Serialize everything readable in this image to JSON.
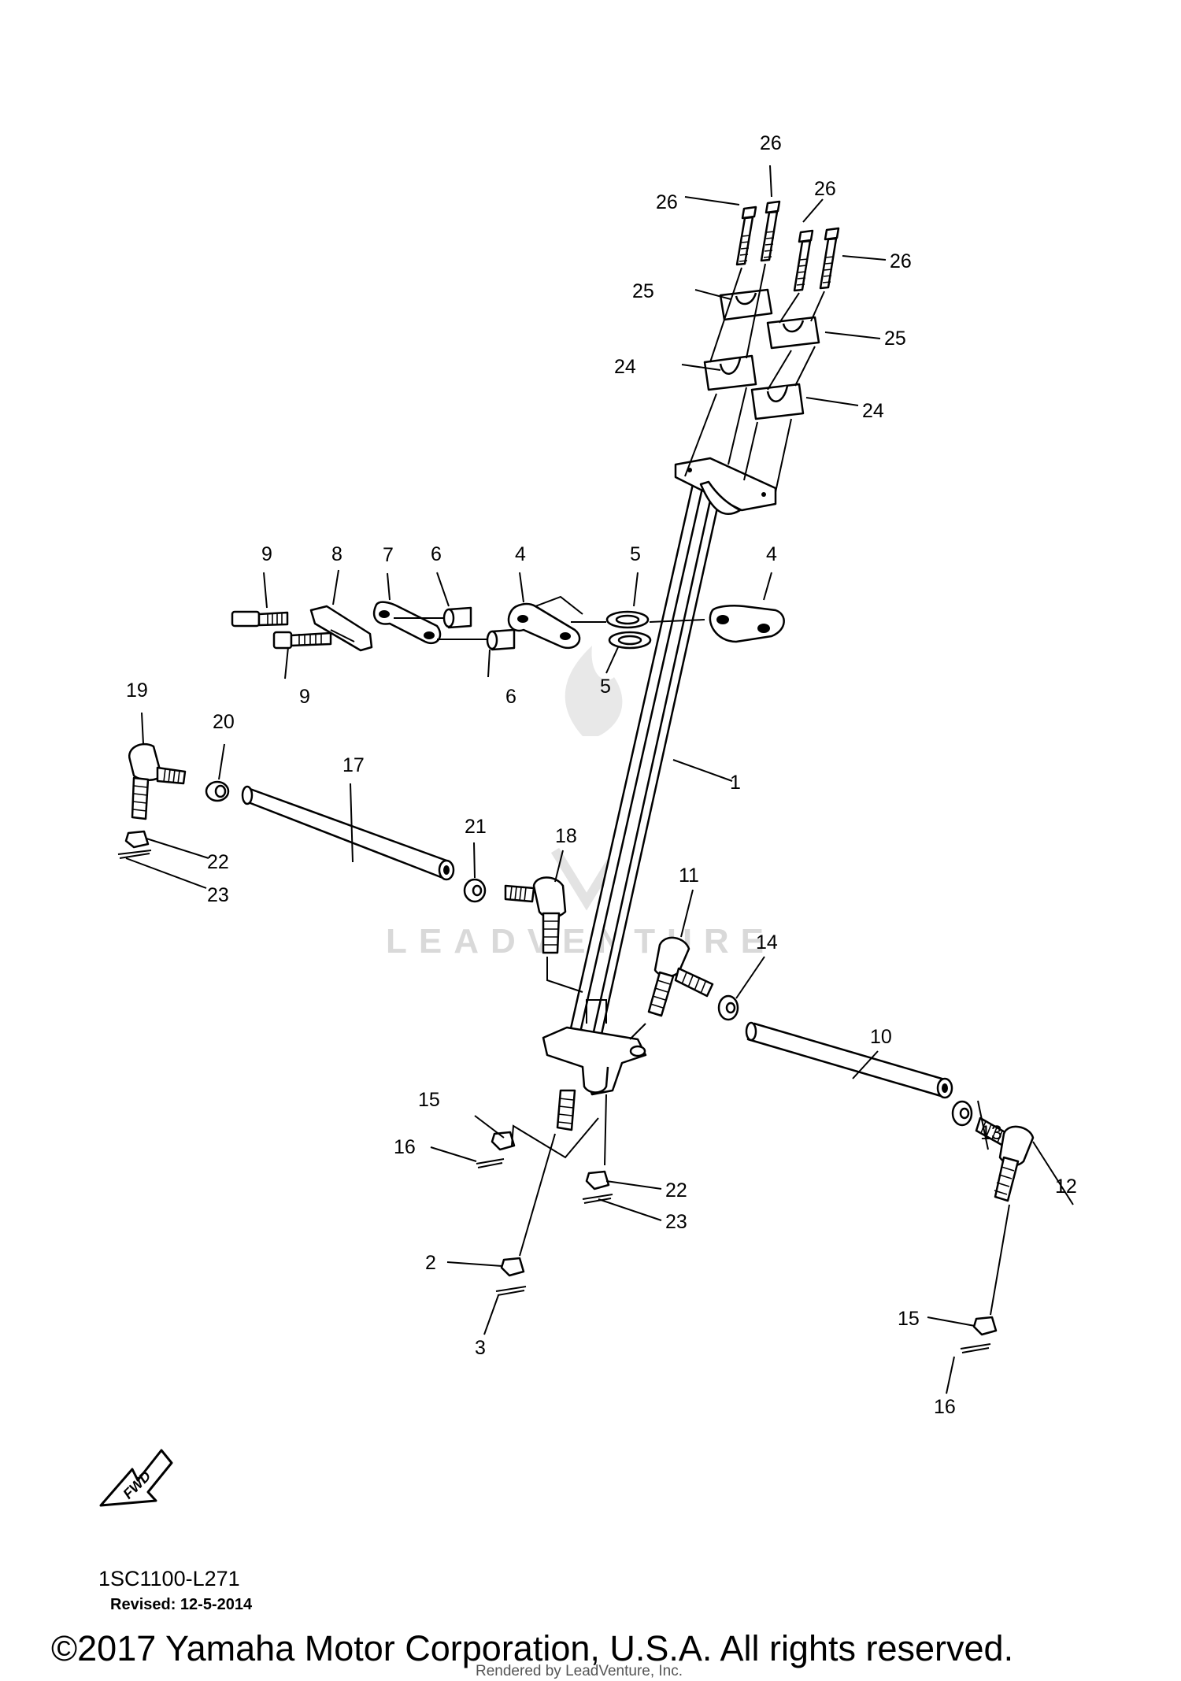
{
  "diagram": {
    "code": "1SC1100-L271",
    "revised": "Revised: 12-5-2014",
    "fwd_badge": "FWD",
    "watermark": "LEADVENTURE",
    "callouts": [
      "1",
      "2",
      "3",
      "4",
      "5",
      "6",
      "7",
      "8",
      "9",
      "10",
      "11",
      "12",
      "13",
      "14",
      "15",
      "16",
      "17",
      "18",
      "19",
      "20",
      "21",
      "22",
      "23",
      "24",
      "25",
      "26"
    ]
  },
  "footer": {
    "copyright": "©2017 Yamaha Motor Corporation, U.S.A. All rights reserved.",
    "rendered_by": "Rendered by LeadVenture, Inc."
  }
}
